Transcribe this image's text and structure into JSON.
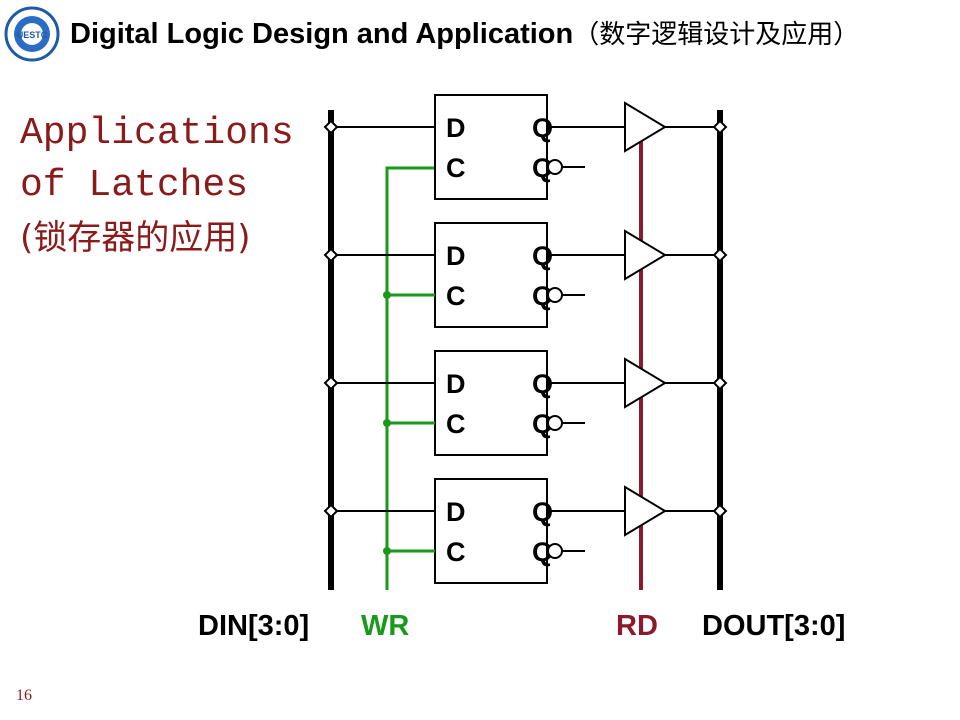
{
  "header": {
    "title_en": "Digital Logic Design and Application",
    "title_cn": "（数字逻辑设计及应用）",
    "logo_text": "UESTC"
  },
  "section": {
    "line1": "Applications",
    "line2": "of Latches",
    "line3": "(锁存器的应用)"
  },
  "diagram": {
    "latch_pins": {
      "d": "D",
      "c": "C",
      "q": "Q",
      "qbar": "Q"
    },
    "labels": {
      "din": "DIN[3:0]",
      "wr": "WR",
      "rd": "RD",
      "dout": "DOUT[3:0]"
    },
    "latch_count": 4,
    "colors": {
      "wr": "#1a9a1a",
      "rd": "#8b1a2a",
      "bus": "#000000",
      "title_accent": "#8b1a1a"
    }
  },
  "footer": {
    "slide_number": "16"
  }
}
